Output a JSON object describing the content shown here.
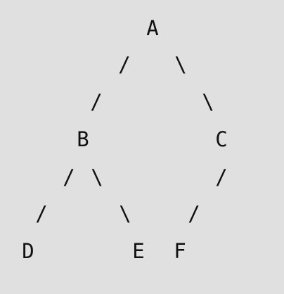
{
  "diagram": {
    "nodes": {
      "a": "A",
      "b": "B",
      "c": "C",
      "d": "D",
      "e": "E",
      "f": "F"
    },
    "edges": {
      "slash": "/",
      "backslash": "\\"
    }
  }
}
